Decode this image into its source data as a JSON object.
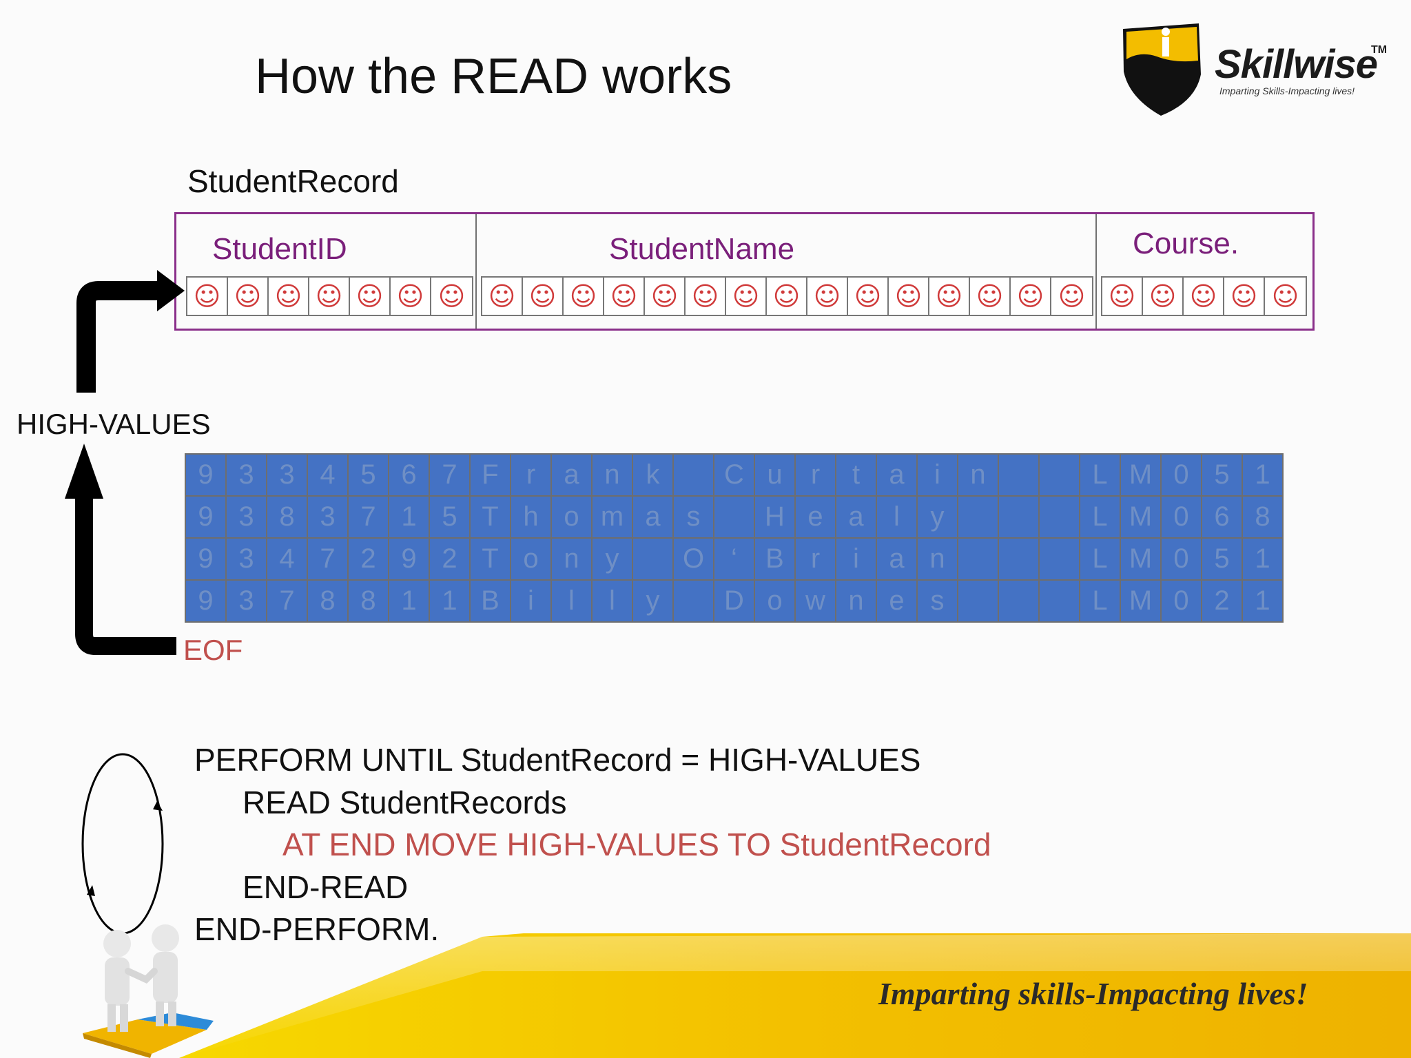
{
  "title": "How the READ works",
  "logo": {
    "name": "Skillwise",
    "tm": "TM",
    "tagline": "Imparting Skills-Impacting lives!"
  },
  "record": {
    "label": "StudentRecord",
    "fields": [
      {
        "label": "StudentID",
        "chars": 7
      },
      {
        "label": "StudentName",
        "chars": 15
      },
      {
        "label": "Course.",
        "chars": 5
      }
    ],
    "cell_symbol": "☺"
  },
  "data_rows": [
    [
      "9",
      "3",
      "3",
      "4",
      "5",
      "6",
      "7",
      "F",
      "r",
      "a",
      "n",
      "k",
      "",
      "C",
      "u",
      "r",
      "t",
      "a",
      "i",
      "n",
      "",
      "",
      "L",
      "M",
      "0",
      "5",
      "1"
    ],
    [
      "9",
      "3",
      "8",
      "3",
      "7",
      "1",
      "5",
      "T",
      "h",
      "o",
      "m",
      "a",
      "s",
      "",
      "H",
      "e",
      "a",
      "l",
      "y",
      "",
      "",
      "",
      "L",
      "M",
      "0",
      "6",
      "8"
    ],
    [
      "9",
      "3",
      "4",
      "7",
      "2",
      "9",
      "2",
      "T",
      "o",
      "n",
      "y",
      "",
      "O",
      "‘",
      "B",
      "r",
      "i",
      "a",
      "n",
      "",
      "",
      "",
      "L",
      "M",
      "0",
      "5",
      "1"
    ],
    [
      "9",
      "3",
      "7",
      "8",
      "8",
      "1",
      "1",
      "B",
      "i",
      "l",
      "l",
      "y",
      "",
      "D",
      "o",
      "w",
      "n",
      "e",
      "s",
      "",
      "",
      "",
      "L",
      "M",
      "0",
      "2",
      "1"
    ]
  ],
  "labels": {
    "high_values": "HIGH-VALUES",
    "eof": "EOF"
  },
  "code": {
    "line1": "PERFORM UNTIL StudentRecord = HIGH-VALUES",
    "line2": "READ StudentRecords",
    "line3": "AT END MOVE HIGH-VALUES TO StudentRecord",
    "line4": "END-READ",
    "line5": "END-PERFORM."
  },
  "footer": {
    "tagline": "Imparting skills-Impacting lives!"
  },
  "colors": {
    "accent_purple": "#7a1f7a",
    "eof_red": "#c0504d",
    "table_blue": "#4472c4",
    "footer_yellow": "#f5c400"
  }
}
